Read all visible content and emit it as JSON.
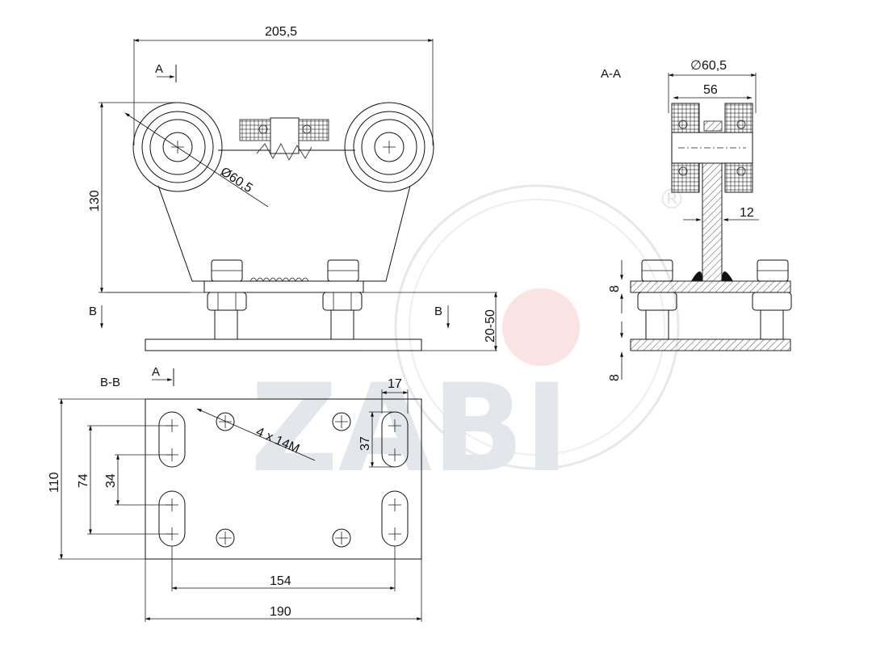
{
  "watermark": {
    "text": "ZABI",
    "registered": "®",
    "accent": "#f5c6c6"
  },
  "views": {
    "front": {
      "section_marker": "A",
      "section_marker_b_left": "B",
      "section_marker_b_right": "B",
      "dim_width": "205,5",
      "dim_height": "130",
      "dim_wheel": "Ø60,5",
      "dim_range": "20-50"
    },
    "section_aa": {
      "title": "A-A",
      "dim_diameter": "∅60,5",
      "dim_width": "56",
      "dim_web": "12",
      "dim_plate_top": "8",
      "dim_plate_bottom": "8"
    },
    "section_bb": {
      "title": "B-B",
      "section_marker": "A",
      "dim_slot_width": "17",
      "dim_slot_len": "37",
      "dim_height": "110",
      "dim_74": "74",
      "dim_34": "34",
      "dim_holes": "4 x 14M",
      "dim_154": "154",
      "dim_190": "190"
    }
  },
  "colors": {
    "line": "#111111",
    "watermark": "#e3e6ea"
  }
}
